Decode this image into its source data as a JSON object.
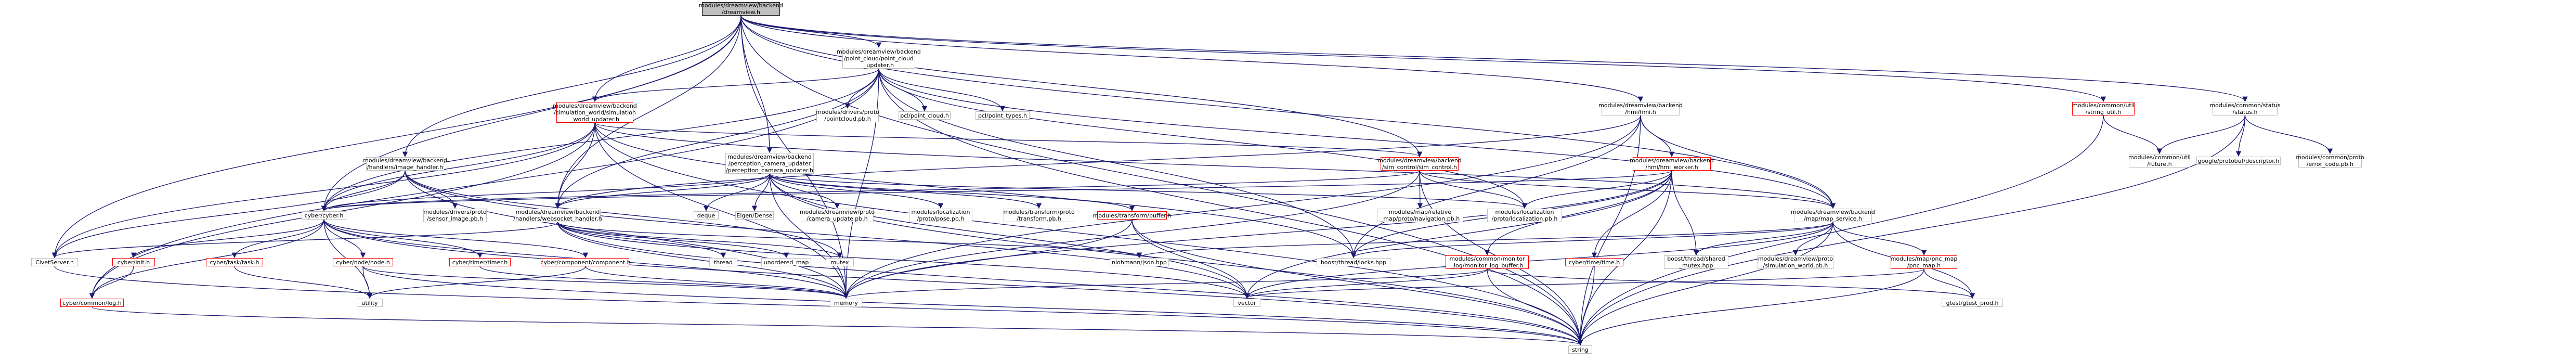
{
  "title": "modules/dreamview/backend/dreamview.h",
  "nodes": [
    {
      "id": "root",
      "label": "modules/dreamview/backend\n/dreamview.h",
      "style": "root"
    },
    {
      "id": "pc",
      "label": "modules/dreamview/backend\n/point_cloud/point_cloud\n_updater.h",
      "style": "black"
    },
    {
      "id": "hmi",
      "label": "modules/dreamview/backend\n/hmi/hmi.h",
      "style": "black"
    },
    {
      "id": "sutil",
      "label": "modules/common/util\n/string_util.h",
      "style": "red"
    },
    {
      "id": "status",
      "label": "modules/common/status\n/status.h",
      "style": "black"
    },
    {
      "id": "simworld",
      "label": "modules/dreamview/backend\n/simulation_world/simulation\n_world_updater.h",
      "style": "red"
    },
    {
      "id": "pbdrivers",
      "label": "modules/drivers/proto\n/pointcloud.pb.h",
      "style": "gray"
    },
    {
      "id": "pclpc",
      "label": "pcl/point_cloud.h",
      "style": "gray"
    },
    {
      "id": "pclpt",
      "label": "pcl/point_types.h",
      "style": "gray"
    },
    {
      "id": "future",
      "label": "modules/common/util\n/future.h",
      "style": "black"
    },
    {
      "id": "gdesc",
      "label": "google/protobuf/descriptor.h",
      "style": "gray"
    },
    {
      "id": "errcode",
      "label": "modules/common/proto\n/error_code.pb.h",
      "style": "gray"
    },
    {
      "id": "imghandler",
      "label": "modules/dreamview/backend\n/handlers/image_handler.h",
      "style": "black"
    },
    {
      "id": "percam",
      "label": "modules/dreamview/backend\n/perception_camera_updater\n/perception_camera_updater.h",
      "style": "black"
    },
    {
      "id": "simctrl",
      "label": "modules/dreamview/backend\n/sim_control/sim_control.h",
      "style": "red"
    },
    {
      "id": "hmiworker",
      "label": "modules/dreamview/backend\n/hmi/hmi_worker.h",
      "style": "red"
    },
    {
      "id": "cyber",
      "label": "cyber/cyber.h",
      "style": "black"
    },
    {
      "id": "sensorimg",
      "label": "modules/drivers/proto\n/sensor_image.pb.h",
      "style": "gray"
    },
    {
      "id": "wshandler",
      "label": "modules/dreamview/backend\n/handlers/websocket_handler.h",
      "style": "black"
    },
    {
      "id": "deque",
      "label": "deque",
      "style": "gray"
    },
    {
      "id": "eigen",
      "label": "Eigen/Dense",
      "style": "gray"
    },
    {
      "id": "camupd",
      "label": "modules/dreamview/proto\n/camera_update.pb.h",
      "style": "gray"
    },
    {
      "id": "locpose",
      "label": "modules/localization\n/proto/pose.pb.h",
      "style": "gray"
    },
    {
      "id": "tfpb",
      "label": "modules/transform/proto\n/transform.pb.h",
      "style": "gray"
    },
    {
      "id": "tfbuf",
      "label": "modules/transform/buffer.h",
      "style": "red"
    },
    {
      "id": "mapnav",
      "label": "modules/map/relative\n_map/proto/navigation.pb.h",
      "style": "gray"
    },
    {
      "id": "locpb",
      "label": "modules/localization\n/proto/localization.pb.h",
      "style": "gray"
    },
    {
      "id": "mapsvc",
      "label": "modules/dreamview/backend\n/map/map_service.h",
      "style": "black"
    },
    {
      "id": "civet",
      "label": "CivetServer.h",
      "style": "gray"
    },
    {
      "id": "cinit",
      "label": "cyber/init.h",
      "style": "red"
    },
    {
      "id": "ctask",
      "label": "cyber/task/task.h",
      "style": "red"
    },
    {
      "id": "cnode",
      "label": "cyber/node/node.h",
      "style": "red"
    },
    {
      "id": "ctimer",
      "label": "cyber/timer/timer.h",
      "style": "red"
    },
    {
      "id": "ccomp",
      "label": "cyber/component/component.h",
      "style": "red"
    },
    {
      "id": "thread",
      "label": "thread",
      "style": "gray"
    },
    {
      "id": "umap",
      "label": "unordered_map",
      "style": "gray"
    },
    {
      "id": "mutex",
      "label": "mutex",
      "style": "gray"
    },
    {
      "id": "json",
      "label": "nlohmann/json.hpp",
      "style": "gray"
    },
    {
      "id": "locks",
      "label": "boost/thread/locks.hpp",
      "style": "gray"
    },
    {
      "id": "monlog",
      "label": "modules/common/monitor\n_log/monitor_log_buffer.h",
      "style": "red"
    },
    {
      "id": "ctime",
      "label": "cyber/time/time.h",
      "style": "red"
    },
    {
      "id": "shmutex",
      "label": "boost/thread/shared\n_mutex.hpp",
      "style": "gray"
    },
    {
      "id": "simworldpb",
      "label": "modules/dreamview/proto\n/simulation_world.pb.h",
      "style": "gray"
    },
    {
      "id": "pncmap",
      "label": "modules/map/pnc_map\n/pnc_map.h",
      "style": "red"
    },
    {
      "id": "clog",
      "label": "cyber/common/log.h",
      "style": "red"
    },
    {
      "id": "utility",
      "label": "utility",
      "style": "gray"
    },
    {
      "id": "memory",
      "label": "memory",
      "style": "gray"
    },
    {
      "id": "vector",
      "label": "vector",
      "style": "gray"
    },
    {
      "id": "gtest",
      "label": "gtest/gtest_prod.h",
      "style": "gray"
    },
    {
      "id": "string",
      "label": "string",
      "style": "gray"
    }
  ]
}
